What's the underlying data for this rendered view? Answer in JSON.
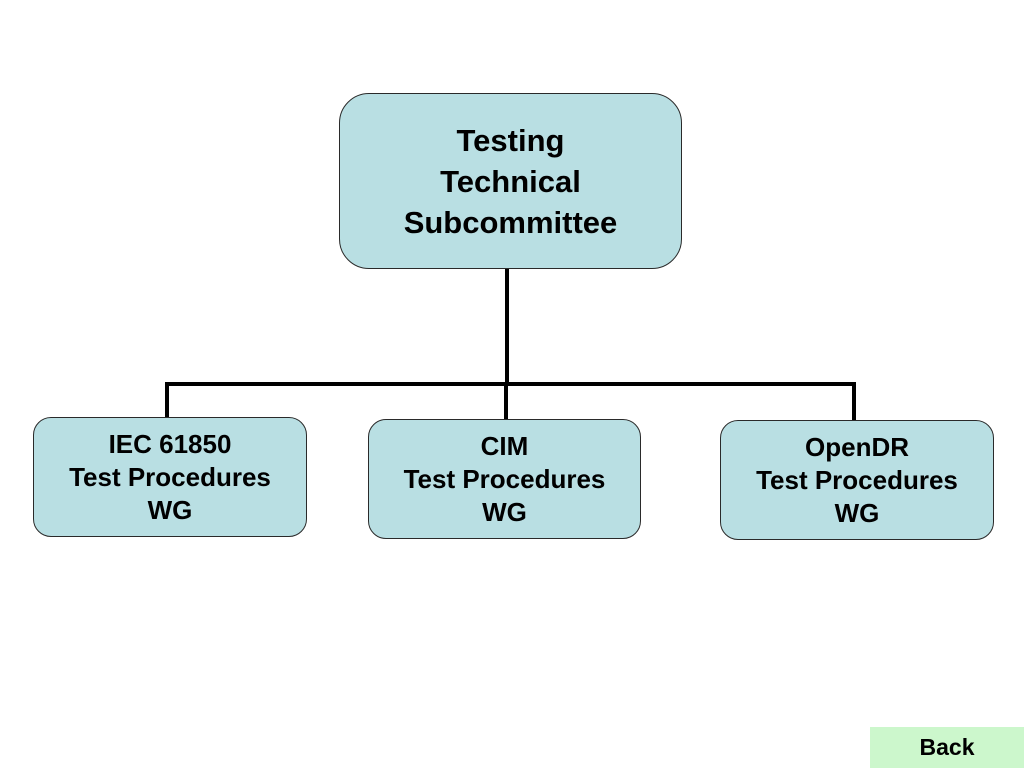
{
  "diagram": {
    "root": {
      "lines": [
        "Testing",
        "Technical",
        "Subcommittee"
      ]
    },
    "children": [
      {
        "lines": [
          "IEC 61850",
          "Test Procedures",
          "WG"
        ]
      },
      {
        "lines": [
          "CIM",
          "Test Procedures",
          "WG"
        ]
      },
      {
        "lines": [
          "OpenDR",
          "Test Procedures",
          "WG"
        ]
      }
    ],
    "colors": {
      "box_fill": "#b9dfe3",
      "connector": "#000000",
      "back_button_fill": "#ccf7cc"
    }
  },
  "navigation": {
    "back_label": "Back"
  }
}
